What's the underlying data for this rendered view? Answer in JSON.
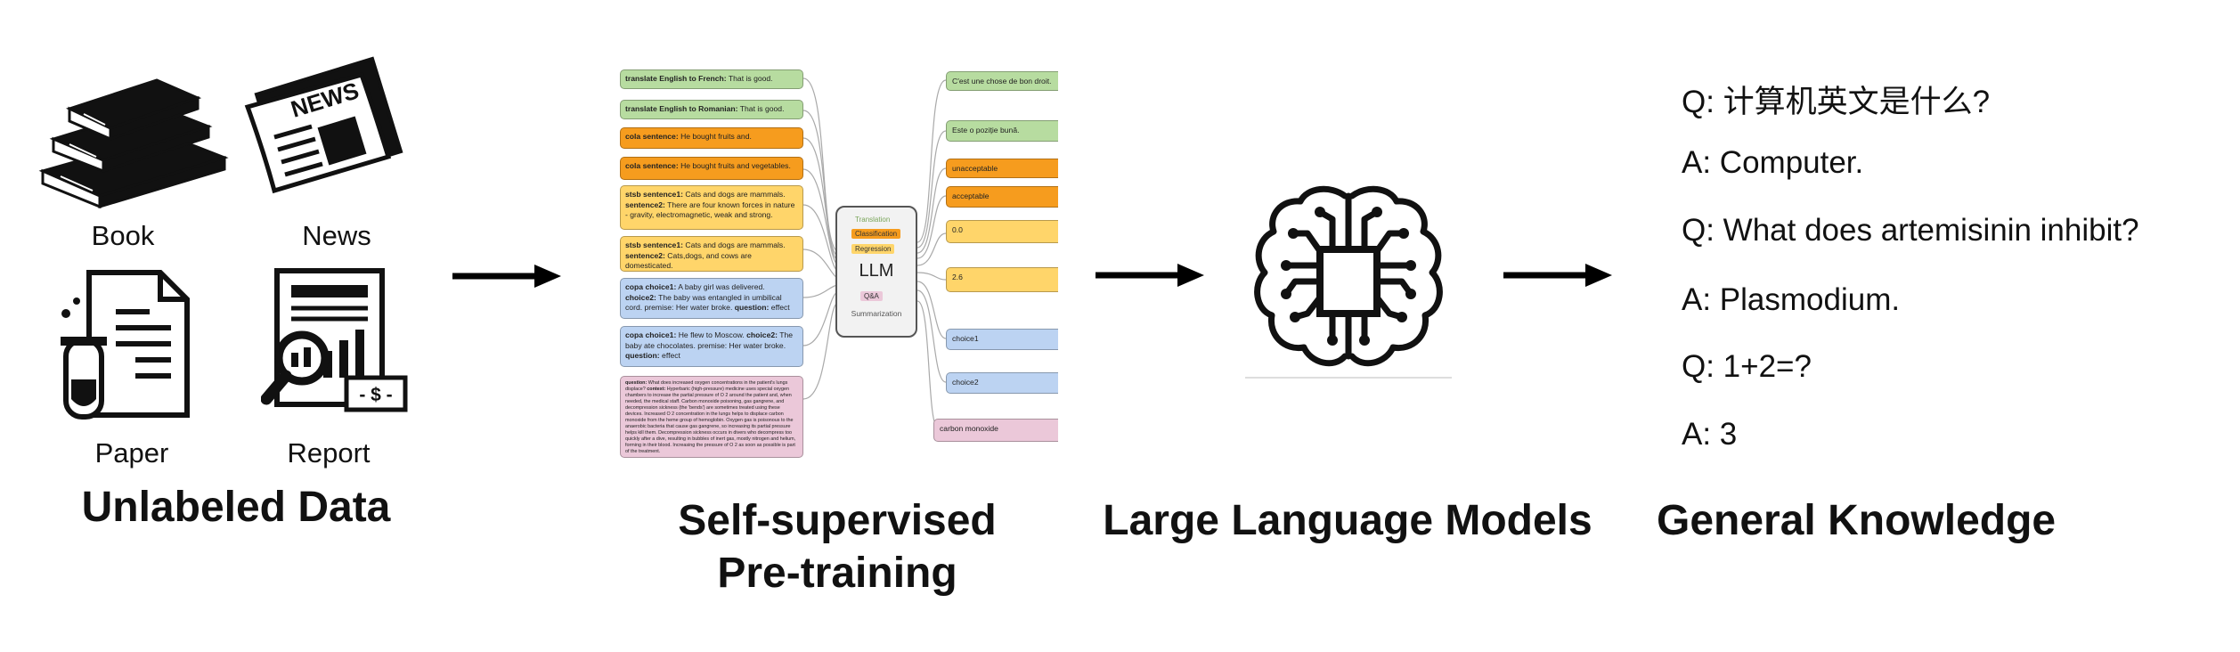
{
  "unlabeled": {
    "labels": {
      "book": "Book",
      "news": "News",
      "paper": "Paper",
      "report": "Report"
    },
    "news_banner": "NEWS",
    "report_price": "- $ -",
    "title": "Unlabeled Data"
  },
  "pretraining": {
    "title_line1": "Self-supervised",
    "title_line2": "Pre-training",
    "tasks": [
      {
        "bold": "translate English to French:",
        "text": " That is good."
      },
      {
        "bold": "translate English to Romanian:",
        "text": " That is good."
      },
      {
        "bold": "cola sentence:",
        "text": " He bought fruits and."
      },
      {
        "bold": "cola sentence:",
        "text": " He bought fruits and vegetables."
      },
      {
        "bold": "stsb sentence1:",
        "text": " Cats and dogs are mammals.",
        "bold2": "sentence2:",
        "text2": " There are four known forces in nature - gravity, electromagnetic, weak and strong."
      },
      {
        "bold": "stsb sentence1:",
        "text": " Cats and dogs are mammals.",
        "bold2": "sentence2:",
        "text2": " Cats,dogs, and cows are domesticated."
      },
      {
        "bold": "copa choice1:",
        "text": " A baby girl was delivered.",
        "bold2": "choice2:",
        "text2": " The baby was entangled in umbilical cord. premise: Her water broke.",
        "bold3": "question:",
        "text3": " effect"
      },
      {
        "bold": "copa choice1:",
        "text": " He flew to Moscow.",
        "bold2": "choice2:",
        "text2": " The baby ate chocolates. premise: Her water broke.",
        "bold3": "question:",
        "text3": " effect"
      },
      {
        "bold": "question:",
        "text": " What does increased oxygen concentrations in the patient's lungs displace?",
        "bold2": "context:",
        "text2": " Hyperbaric (high-pressure) medicine uses special oxygen chambers to increase the partial pressure of O 2 around the patient and, when needed, the medical staff. Carbon monoxide poisoning, gas gangrene, and decompression sickness (the 'bends') are sometimes treated using these devices. Increased O 2 concentration in the lungs helps to displace carbon monoxide from the heme group of hemoglobin. Oxygen gas is poisonous to the anaerobic bacteria that cause gas gangrene, so increasing its partial pressure helps kill them. Decompression sickness occurs in divers who decompress too quickly after a dive, resulting in bubbles of inert gas, mostly nitrogen and helium, forming in their blood. Increasing the pressure of O 2 as soon as possible is part of the treatment."
      }
    ],
    "outputs": [
      "C'est une chose de bon droit.",
      "Este o poziție bună.",
      "unacceptable",
      "acceptable",
      "0.0",
      "2.6",
      "choice1",
      "choice2",
      "carbon monoxide"
    ],
    "llm": {
      "tags": [
        "Translation",
        "Classification",
        "Regression"
      ],
      "name": "LLM",
      "tags_bottom": [
        "Q&A",
        "Summarization"
      ]
    }
  },
  "models": {
    "title": "Large Language Models"
  },
  "knowledge": {
    "title": "General Knowledge",
    "qa": [
      "Q: 计算机英文是什么?",
      "A: Computer.",
      "Q: What does artemisinin inhibit?",
      "A: Plasmodium.",
      "Q: 1+2=?",
      "A: 3"
    ]
  },
  "colors": {
    "green": "#b7dca0",
    "orange": "#f69c1e",
    "yellow": "#ffd56a",
    "blue": "#bcd3f2",
    "pink": "#ebc8d9"
  }
}
